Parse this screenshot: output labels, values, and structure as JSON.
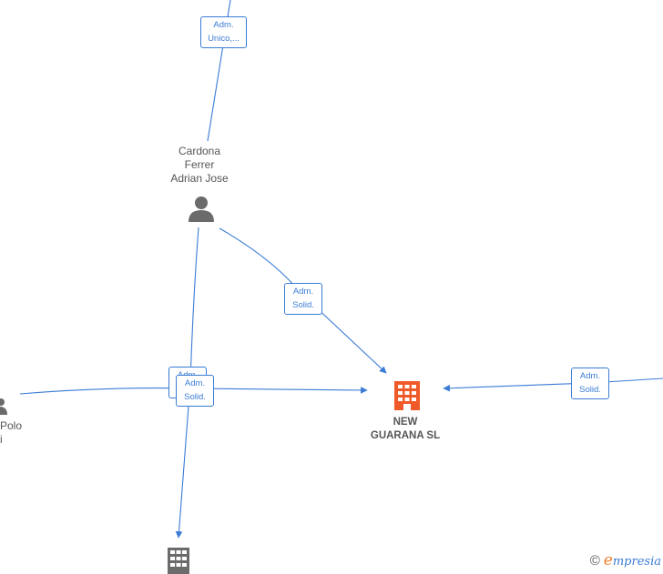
{
  "relations": {
    "top": [
      "Adm.",
      "Unico,..."
    ],
    "mid": [
      "Adm.",
      "Solid."
    ],
    "stack_back": [
      "Adm.",
      "Solid."
    ],
    "stack_front": [
      "Adm.",
      "Solid."
    ],
    "right": [
      "Adm.",
      "Solid."
    ]
  },
  "people": {
    "cardona": [
      "Cardona",
      "Ferrer",
      "Adrian Jose"
    ],
    "left": [
      "Polo",
      "i"
    ]
  },
  "companies": {
    "main": [
      "NEW",
      "GUARANA SL"
    ]
  },
  "colors": {
    "edge": "#3a7bd5",
    "person_icon": "#6b6b6b",
    "company_main": "#f05a28",
    "company_other": "#6b6b6b"
  },
  "brand": {
    "copyright": "©",
    "name_initial": "e",
    "name_rest": "mpresia"
  }
}
